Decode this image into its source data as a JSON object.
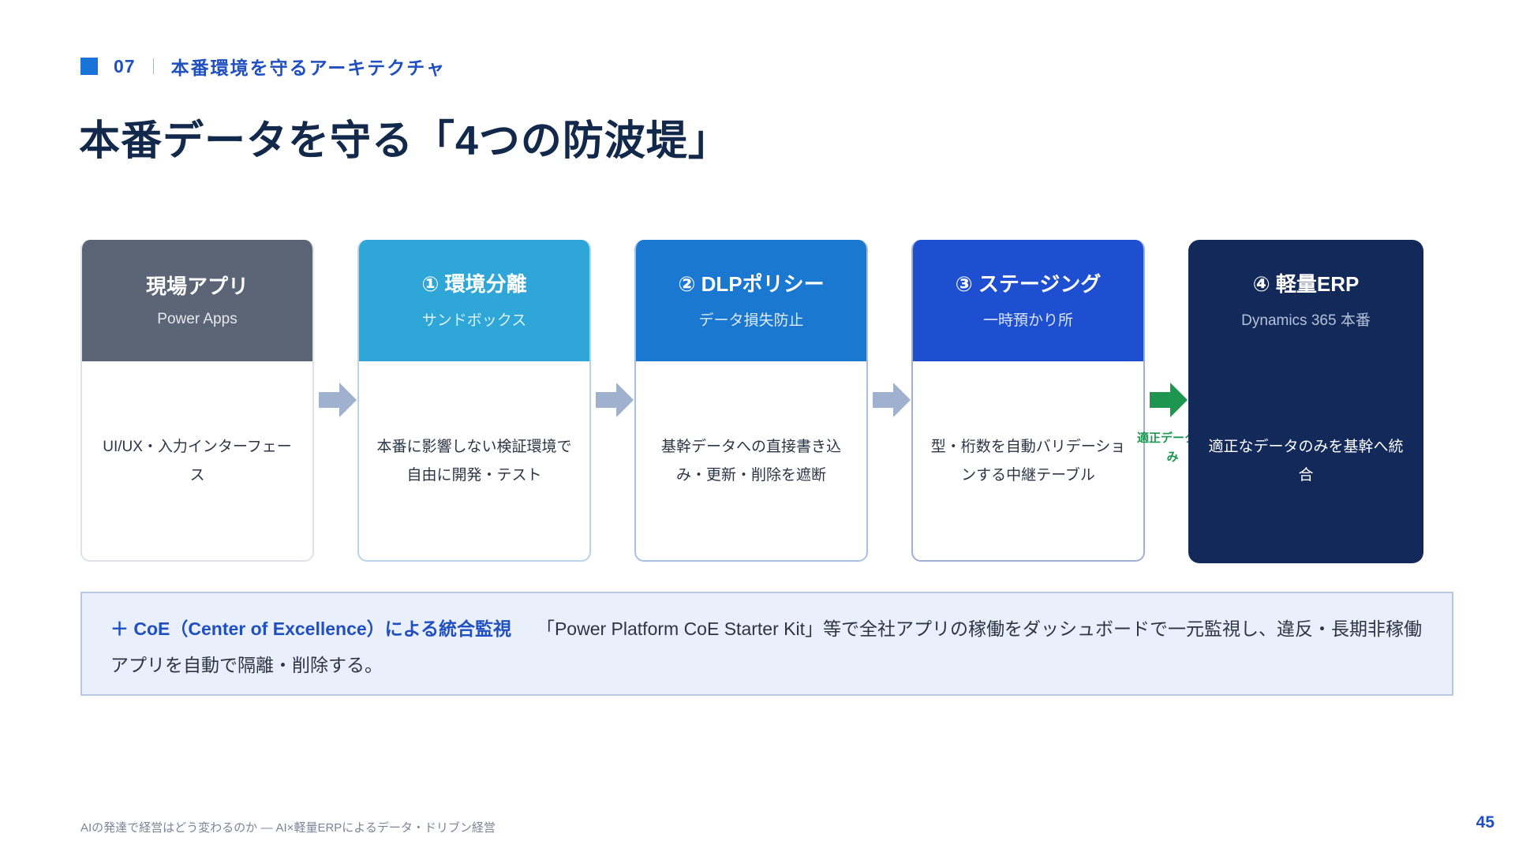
{
  "section": {
    "number": "07",
    "title": "本番環境を守るアーキテクチャ"
  },
  "page_title": "本番データを守る「4つの防波堤」",
  "flow": {
    "cards": [
      {
        "title": "現場アプリ",
        "subtitle": "Power Apps",
        "description": "UI/UX・入力インターフェース"
      },
      {
        "title": "① 環境分離",
        "subtitle": "サンドボックス",
        "description": "本番に影響しない検証環境で自由に開発・テスト"
      },
      {
        "title": "② DLPポリシー",
        "subtitle": "データ損失防止",
        "description": "基幹データへの直接書き込み・更新・削除を遮断"
      },
      {
        "title": "③ ステージング",
        "subtitle": "一時預かり所",
        "description": "型・桁数を自動バリデーションする中継テーブル"
      },
      {
        "title": "④ 軽量ERP",
        "subtitle": "Dynamics 365 本番",
        "description": "適正なデータのみを基幹へ統合"
      }
    ],
    "final_arrow_label": "適正データのみ"
  },
  "coe": {
    "label": "＋ CoE（Center of Excellence）による統合監視",
    "text": "「Power Platform CoE Starter Kit」等で全社アプリの稼働をダッシュボードで一元監視し、違反・長期非稼働アプリを自動で隔離・削除する。"
  },
  "footer": {
    "text": "AIの発達で経営はどう変わるのか ― AI×軽量ERPによるデータ・ドリブン経営",
    "page_number": "45"
  },
  "colors": {
    "accent": "#1f4fc1",
    "title": "#13294b",
    "card_0": "#5b6576",
    "card_1": "#2ea6d7",
    "card_2": "#1a78d0",
    "card_3": "#1d4fd0",
    "card_4": "#12295a",
    "arrow": "#9fb1cf",
    "arrow_final": "#1e9650"
  }
}
